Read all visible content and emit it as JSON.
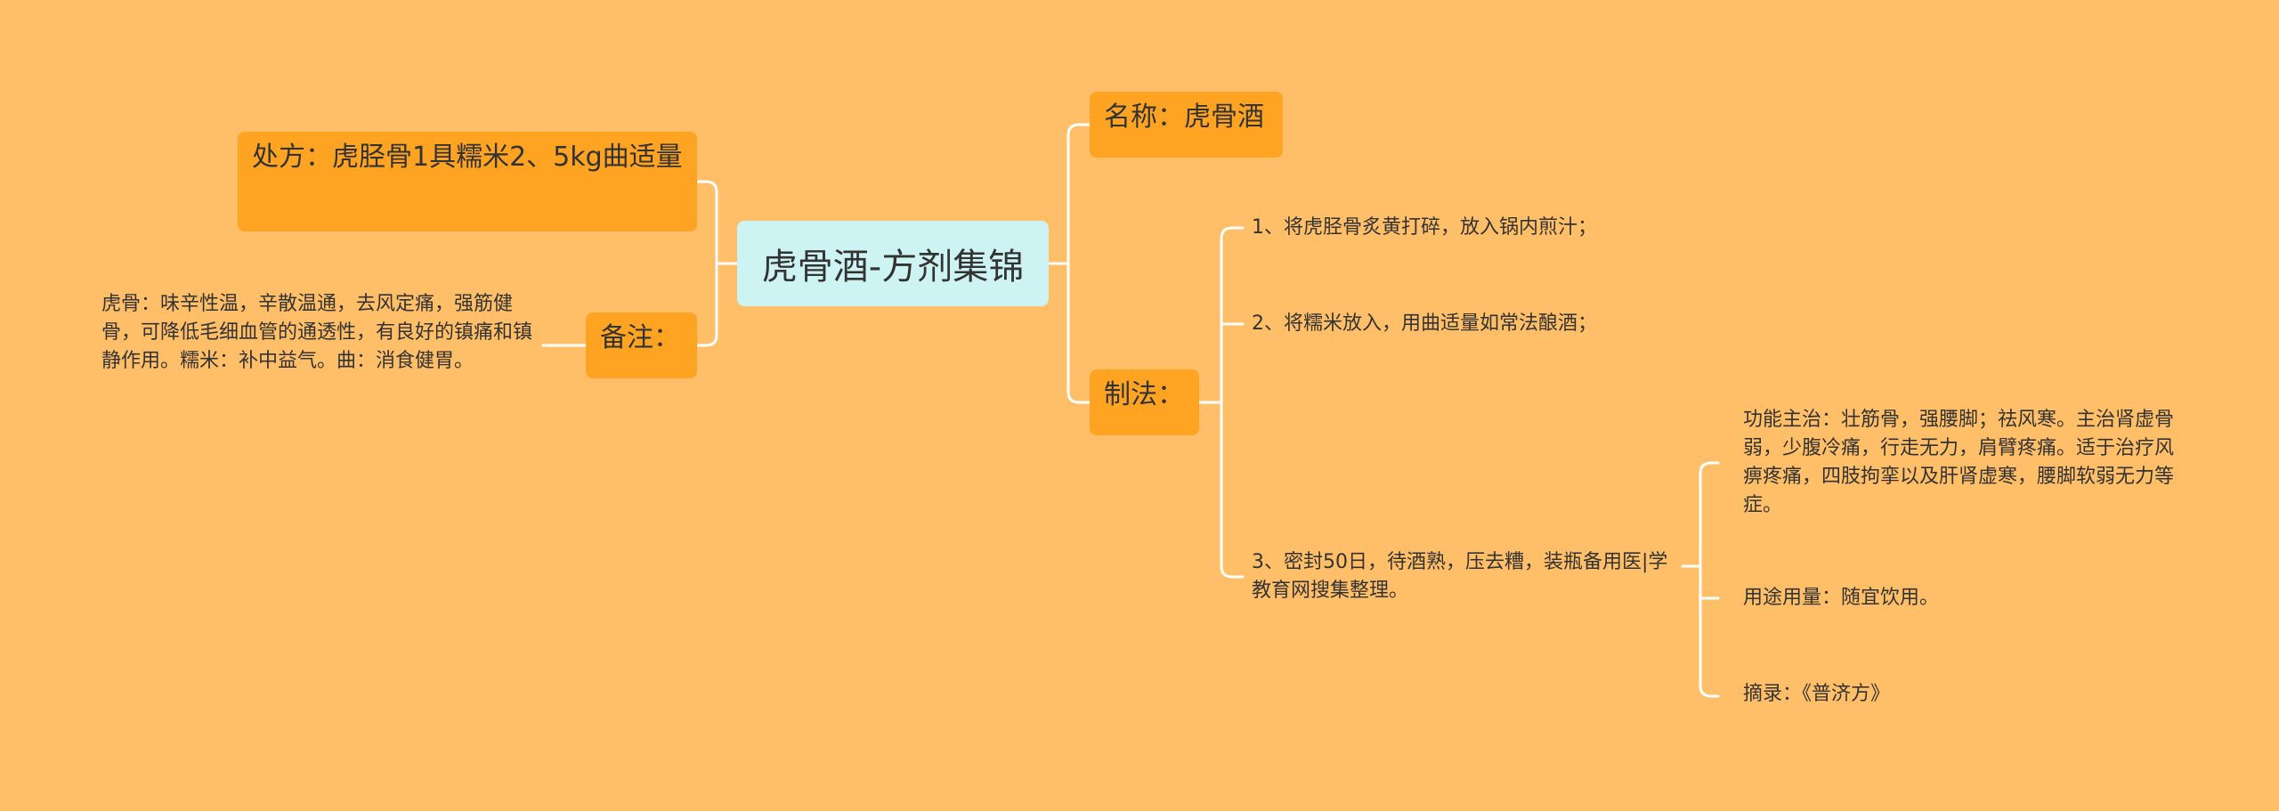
{
  "center": {
    "label": "虎骨酒-方剂集锦"
  },
  "left": {
    "prescription": {
      "label": "处方：虎胫骨1具糯米2、5kg曲适量"
    },
    "notes": {
      "label": "备注："
    },
    "notes_detail": {
      "text": "虎骨：味辛性温，辛散温通，去风定痛，强筋健骨，可降低毛细血管的通透性，有良好的镇痛和镇静作用。糯米：补中益气。曲：消食健胃。"
    }
  },
  "right": {
    "name": {
      "label": "名称：虎骨酒"
    },
    "method": {
      "label": "制法：",
      "steps": [
        "1、将虎胫骨炙黄打碎，放入锅内煎汁；",
        "2、将糯米放入，用曲适量如常法酿酒；",
        "3、密封50日，待酒熟，压去糟，装瓶备用医|学教育网搜集整理。"
      ],
      "step3_details": [
        "功能主治：壮筋骨，强腰脚；祛风寒。主治肾虚骨弱，少腹冷痛，行走无力，肩臂疼痛。适于治疗风痹疼痛，四肢拘挛以及肝肾虚寒，腰脚软弱无力等症。",
        "用途用量：随宜饮用。",
        "摘录：《普济方》"
      ]
    }
  },
  "colors": {
    "background": "#ffbe68",
    "center": "#cdf4f2",
    "node": "#ffa323",
    "line": "#ffffff"
  }
}
